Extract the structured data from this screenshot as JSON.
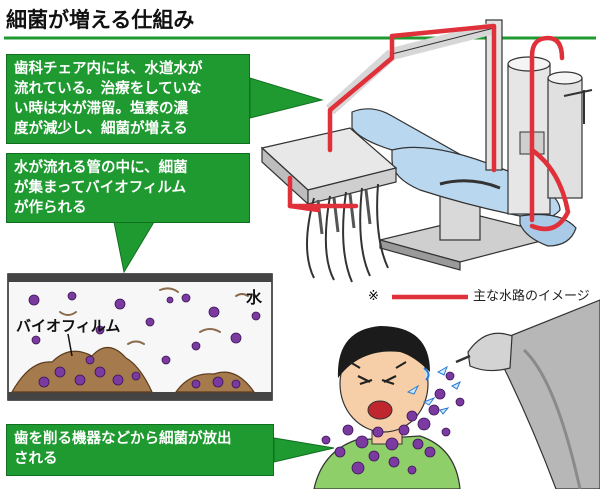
{
  "title": "細菌が増える仕組み",
  "callouts": {
    "c1": [
      "歯科チェア内には、水道水が",
      "流れている。治療をしていな",
      "い時は水が滞留。塩素の濃",
      "度が減少し、細菌が増える"
    ],
    "c2": [
      "水が流れる管の中に、細菌",
      "が集まってバイオフィルム",
      "が作られる"
    ],
    "c3": [
      "歯を削る機器などから細菌が放出",
      "される"
    ]
  },
  "legend": {
    "mark": "※",
    "label": "主な水路のイメージ"
  },
  "pipe_inset": {
    "water_label": "水",
    "biofilm_label": "バイオフィルム"
  },
  "colors": {
    "callout_green": "#1f9a31",
    "water_route_red": "#e0303a",
    "bacteria_purple": "#7a3aa0",
    "chair_blue": "#b9d8f0"
  },
  "icons": [
    "dental-chair-illustration",
    "biofilm-pipe-cross-section",
    "patient-illustration",
    "dental-drill-handpiece"
  ]
}
